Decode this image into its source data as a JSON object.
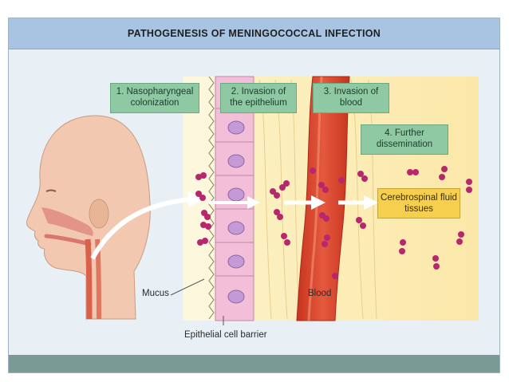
{
  "title": "PATHOGENESIS OF MENINGOCOCCAL INFECTION",
  "stages": [
    {
      "id": "stage-1",
      "label": "1. Nasopharyngeal colonization"
    },
    {
      "id": "stage-2",
      "label": "2. Invasion of the epithelium"
    },
    {
      "id": "stage-3",
      "label": "3. Invasion of blood"
    },
    {
      "id": "stage-4",
      "label": "4. Further dissemination"
    }
  ],
  "csf_label": "Cerebrospinal fluid tissues",
  "annotations": {
    "mucus": "Mucus",
    "blood": "Blood",
    "barrier": "Epithelial cell barrier"
  },
  "colors": {
    "title_bar": "#a9c4e2",
    "stage_box": "#8ec9a4",
    "csf_box": "#f6cf4e",
    "bacteria": "#b8266e",
    "vessel": "#d9452e",
    "skin": "#f2c9b0"
  }
}
